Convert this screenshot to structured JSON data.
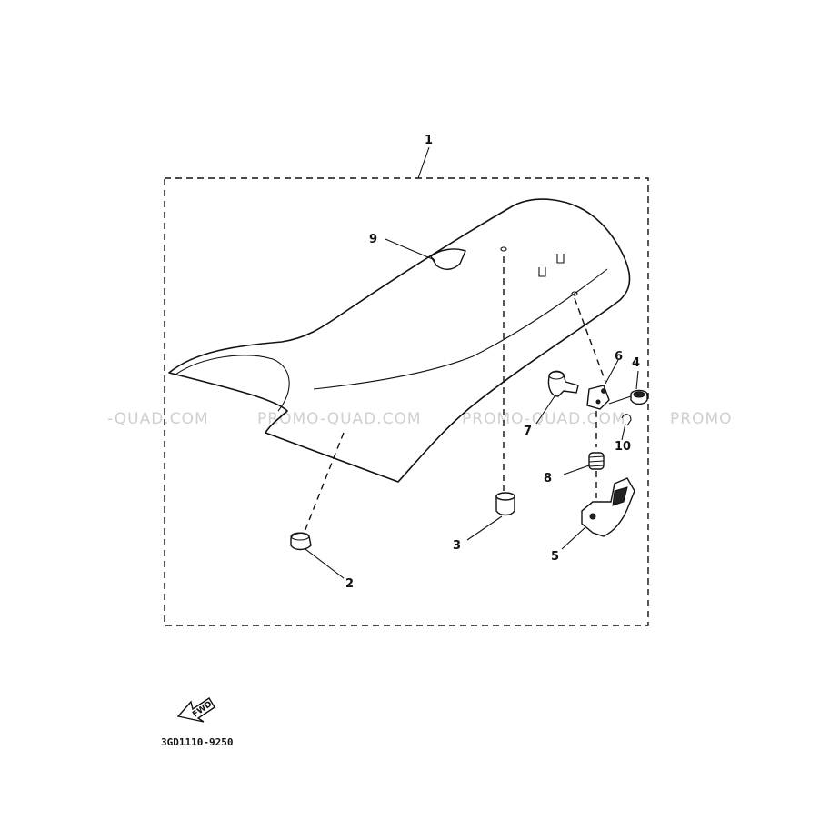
{
  "diagram": {
    "part_code": "3GD1110-9250",
    "direction_label": "FWD",
    "watermark": [
      "-QUAD.COM",
      "PROMO-QUAD.COM",
      "PROMO-QUAD.COM",
      "PROMO"
    ],
    "callouts": [
      "1",
      "2",
      "3",
      "4",
      "5",
      "6",
      "7",
      "8",
      "9",
      "10"
    ]
  }
}
